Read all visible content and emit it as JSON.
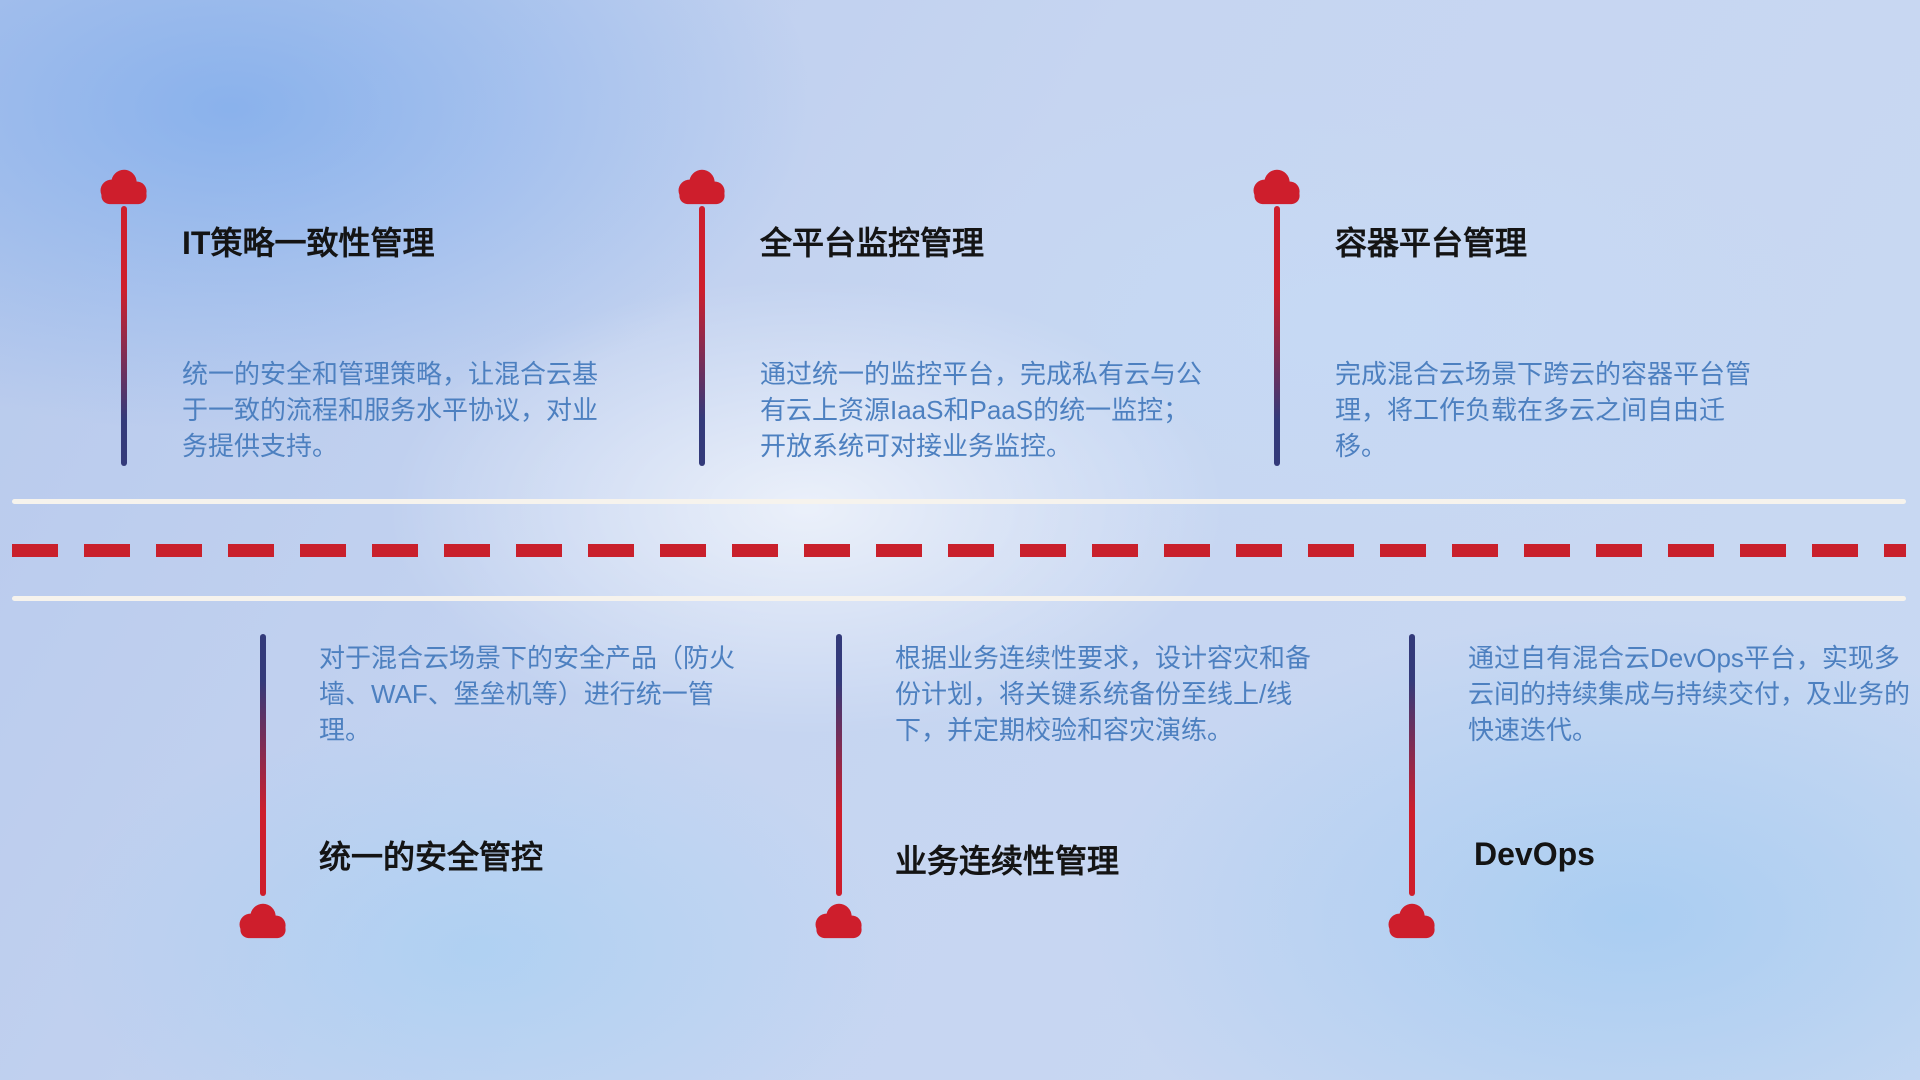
{
  "theme": {
    "accent_red": "#ce1e2c",
    "accent_navy": "#333a7a",
    "desc_blue": "#4d80c0",
    "title_color": "#141414",
    "divider_white": "#f6f3ed",
    "dash_red": "#c9202c"
  },
  "top_items": [
    {
      "title": "IT策略一致性管理",
      "desc": "统一的安全和管理策略，让混合云基于一致的流程和服务水平协议，对业务提供支持。"
    },
    {
      "title": "全平台监控管理",
      "desc": "通过统一的监控平台，完成私有云与公有云上资源IaaS和PaaS的统一监控；开放系统可对接业务监控。"
    },
    {
      "title": "容器平台管理",
      "desc": "完成混合云场景下跨云的容器平台管理，将工作负载在多云之间自由迁移。"
    }
  ],
  "bottom_items": [
    {
      "title": "统一的安全管控",
      "desc": "对于混合云场景下的安全产品（防火墙、WAF、堡垒机等）进行统一管理。"
    },
    {
      "title": "业务连续性管理",
      "desc": "根据业务连续性要求，设计容灾和备份计划，将关键系统备份至线上/线下，并定期校验和容灾演练。"
    },
    {
      "title": "DevOps",
      "desc": "通过自有混合云DevOps平台，实现多云间的持续集成与持续交付，及业务的快速迭代。"
    }
  ]
}
